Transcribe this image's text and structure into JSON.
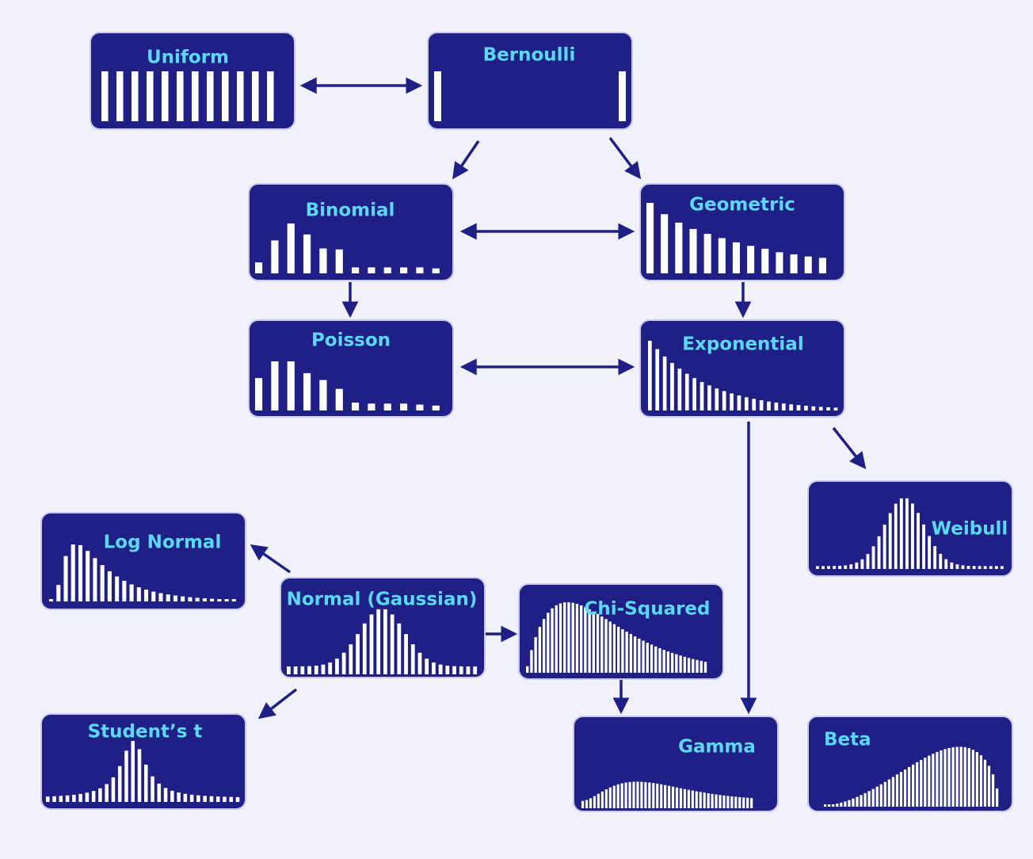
{
  "colors": {
    "background": "#f1f1fc",
    "node": "#1f1f86",
    "title": "#5ad8f5",
    "bars": "#ffffff",
    "edge": "#1f1f86"
  },
  "nodes": [
    {
      "id": "uniform",
      "title": "Uniform",
      "shape": "uniform"
    },
    {
      "id": "bernoulli",
      "title": "Bernoulli",
      "shape": "bernoulli"
    },
    {
      "id": "binomial",
      "title": "Binomial",
      "shape": "binomial"
    },
    {
      "id": "geometric",
      "title": "Geometric",
      "shape": "geometric"
    },
    {
      "id": "poisson",
      "title": "Poisson",
      "shape": "poisson"
    },
    {
      "id": "exponential",
      "title": "Exponential",
      "shape": "exponential"
    },
    {
      "id": "weibull",
      "title": "Weibull",
      "shape": "weibull"
    },
    {
      "id": "log-normal",
      "title": "Log Normal",
      "shape": "lognormal"
    },
    {
      "id": "normal",
      "title": "Normal (Gaussian)",
      "shape": "normal"
    },
    {
      "id": "chi-squared",
      "title": "Chi-Squared",
      "shape": "chisquared"
    },
    {
      "id": "students-t",
      "title": "Student’s t",
      "shape": "studentt"
    },
    {
      "id": "gamma",
      "title": "Gamma",
      "shape": "gamma"
    },
    {
      "id": "beta",
      "title": "Beta",
      "shape": "beta"
    }
  ],
  "edges": [
    {
      "from": "uniform",
      "to": "bernoulli",
      "bidirectional": true
    },
    {
      "from": "bernoulli",
      "to": "binomial",
      "bidirectional": false
    },
    {
      "from": "bernoulli",
      "to": "geometric",
      "bidirectional": false
    },
    {
      "from": "binomial",
      "to": "geometric",
      "bidirectional": true
    },
    {
      "from": "binomial",
      "to": "poisson",
      "bidirectional": false
    },
    {
      "from": "geometric",
      "to": "exponential",
      "bidirectional": false
    },
    {
      "from": "poisson",
      "to": "exponential",
      "bidirectional": true
    },
    {
      "from": "exponential",
      "to": "weibull",
      "bidirectional": false
    },
    {
      "from": "exponential",
      "to": "gamma",
      "bidirectional": false
    },
    {
      "from": "normal",
      "to": "log-normal",
      "bidirectional": false
    },
    {
      "from": "normal",
      "to": "chi-squared",
      "bidirectional": false
    },
    {
      "from": "normal",
      "to": "students-t",
      "bidirectional": false
    },
    {
      "from": "chi-squared",
      "to": "gamma",
      "bidirectional": false
    }
  ]
}
